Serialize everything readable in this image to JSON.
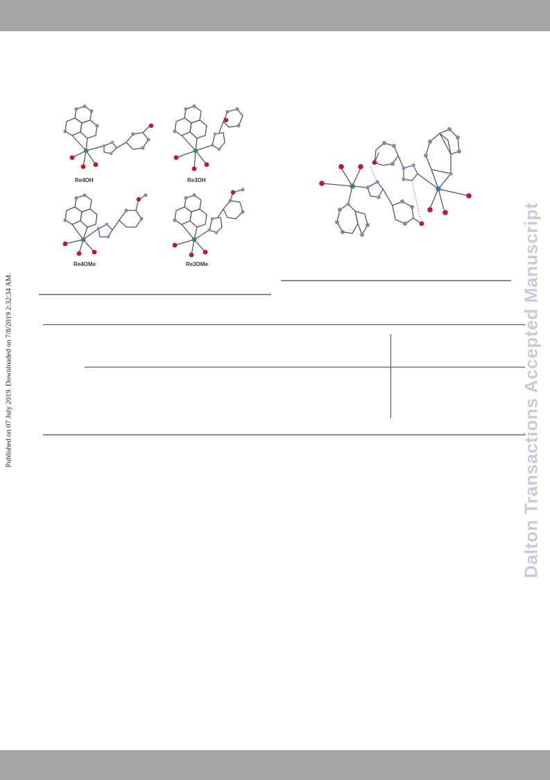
{
  "side_note": "Published on 07 July 2019. Downloaded on 7/8/2019 2:32:34 AM.",
  "watermark": "Dalton Transactions Accepted Manuscript",
  "figure_labels": {
    "re4oh": "Re4OH",
    "re3oh": "Re3OH",
    "re4ome": "Re4OMe",
    "re3ome": "Re3OMe"
  },
  "colors": {
    "header_bar": "#a5a5a5",
    "watermark": "#c9cbdc",
    "rhenium": "#3f7f8c",
    "oxygen": "#c0182a",
    "nitrogen": "#8a8fd0",
    "carbon": "#8b8b8b"
  }
}
